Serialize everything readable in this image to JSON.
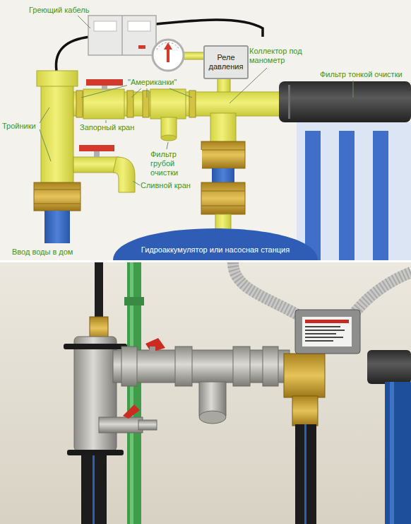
{
  "diagram": {
    "nodes": [
      {
        "text": [
          "Реле давления"
        ]
      },
      {
        "text": [
          "Гидроаккумулятор или насосная станция"
        ]
      }
    ],
    "labels": [
      "Греющий кабель",
      "\"Американки\"",
      "Коллектор под манометр",
      "Фильтр тонкой очистки",
      "Тройники",
      "Запорный кран",
      "Фильтр грубой очистки",
      "Сливной кран",
      "Ввод воды в дом"
    ]
  }
}
